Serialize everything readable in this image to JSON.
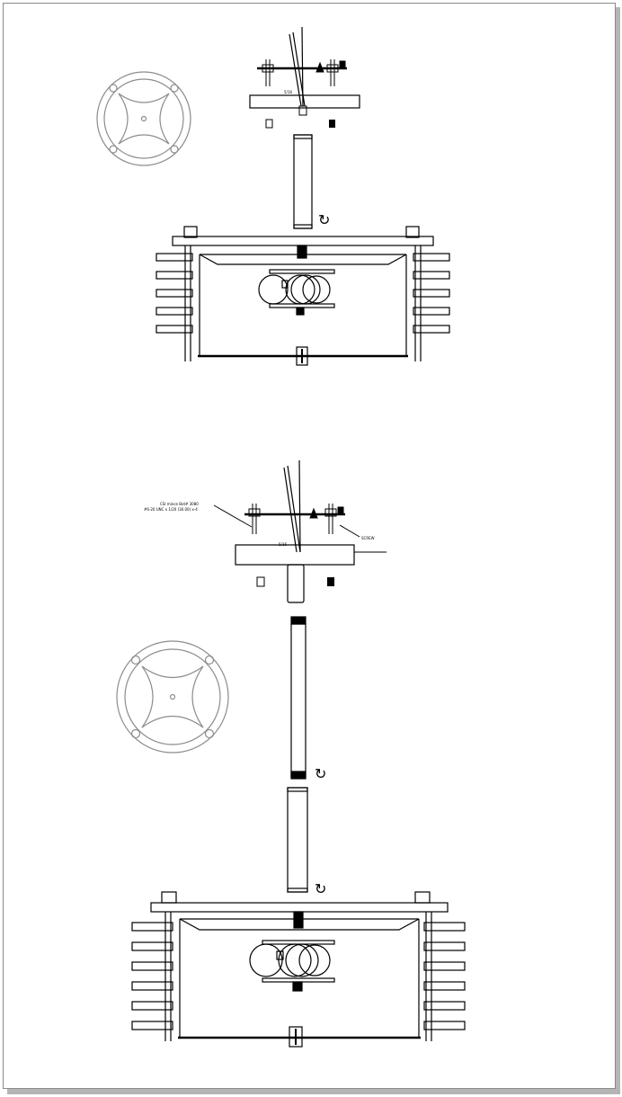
{
  "diagram": {
    "type": "lighting-fixture-assembly-drawing",
    "colors": {
      "ink": "#000000",
      "light_line": "#8c8c8c",
      "frame": "#8a8a8a",
      "shadow": "#b5b5b5"
    },
    "top_view": {
      "canopy_note": "5/16"
    },
    "bottom_view": {
      "canopy_note": "5/16",
      "callout_left_line1": "CSI mince Bot# 3080",
      "callout_left_line2": "#6-20 UNC x 1/20 (30.00) x-4",
      "callout_right": "SCREW"
    },
    "icons": [
      "rotate-arrow-icon",
      "rotate-arrow-icon",
      "rotate-arrow-icon",
      "rotate-arrow-icon"
    ]
  }
}
